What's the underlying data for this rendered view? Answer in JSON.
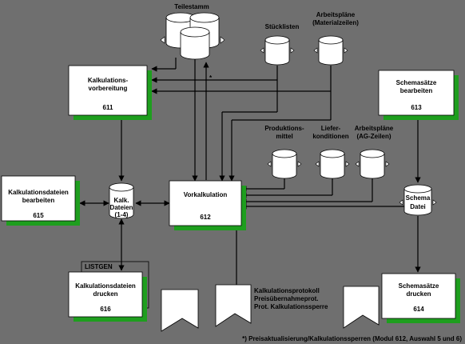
{
  "nodes": {
    "teilestamm": "Teilestamm",
    "stuecklisten": "Stücklisten",
    "arbeitsplaene_mat": [
      "Arbeitspläne",
      "(Materialzeilen)"
    ],
    "produktionsmittel": [
      "Produktions-",
      "mittel"
    ],
    "lieferkonditionen": [
      "Liefer-",
      "konditionen"
    ],
    "arbeitsplaene_ag": [
      "Arbeitspläne",
      "(AG-Zeilen)"
    ],
    "kalk_dateien": [
      "Kalk.",
      "Dateien",
      "(1-4)"
    ],
    "schema_datei": [
      "Schema",
      "Datei"
    ]
  },
  "boxes": {
    "kv": {
      "title": [
        "Kalkulations-",
        "vorbereitung"
      ],
      "num": "611"
    },
    "sb": {
      "title": [
        "Schemasätze",
        "bearbeiten"
      ],
      "num": "613"
    },
    "kb": {
      "title": [
        "Kalkulationsdateien",
        "bearbeiten"
      ],
      "num": "615"
    },
    "vk": {
      "title": [
        "Vorkalkulation"
      ],
      "num": "612"
    },
    "kd": {
      "title": [
        "Kalkulationsdateien",
        "drucken"
      ],
      "num": "616"
    },
    "sd": {
      "title": [
        "Schemasätze",
        "drucken"
      ],
      "num": "614"
    }
  },
  "labels": {
    "listgen": "LISTGEN",
    "star": "*",
    "protokoll": [
      "Kalkulationsprotokoll",
      "Preisübernahmeprot.",
      "Prot. Kalkulationssperre"
    ],
    "footnote": "*) Preisaktualisierung/Kalkulationssperren (Modul 612, Auswahl 5 und 6)"
  },
  "colors": {
    "background": "#6f6f6f",
    "accent": "#1e9e1e",
    "box": "#ffffff",
    "line": "#000000"
  }
}
